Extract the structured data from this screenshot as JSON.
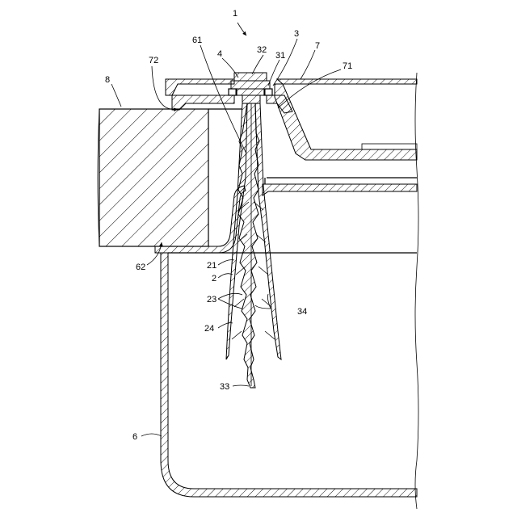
{
  "figure": {
    "labels": {
      "assembly": "1",
      "spike": "2",
      "spike_outer_wall": "21",
      "spike_barbs": "23",
      "spike_tip": "24",
      "cap": "3",
      "cap_flange": "31",
      "cap_head": "32",
      "inner_tube_tip": "33",
      "inner_tube_barbs": "34",
      "fastener": "4",
      "container": "6",
      "container_flange": "61",
      "container_rim_edge": "62",
      "lid": "7",
      "lid_seal": "71",
      "lid_step": "72",
      "block": "8"
    }
  }
}
